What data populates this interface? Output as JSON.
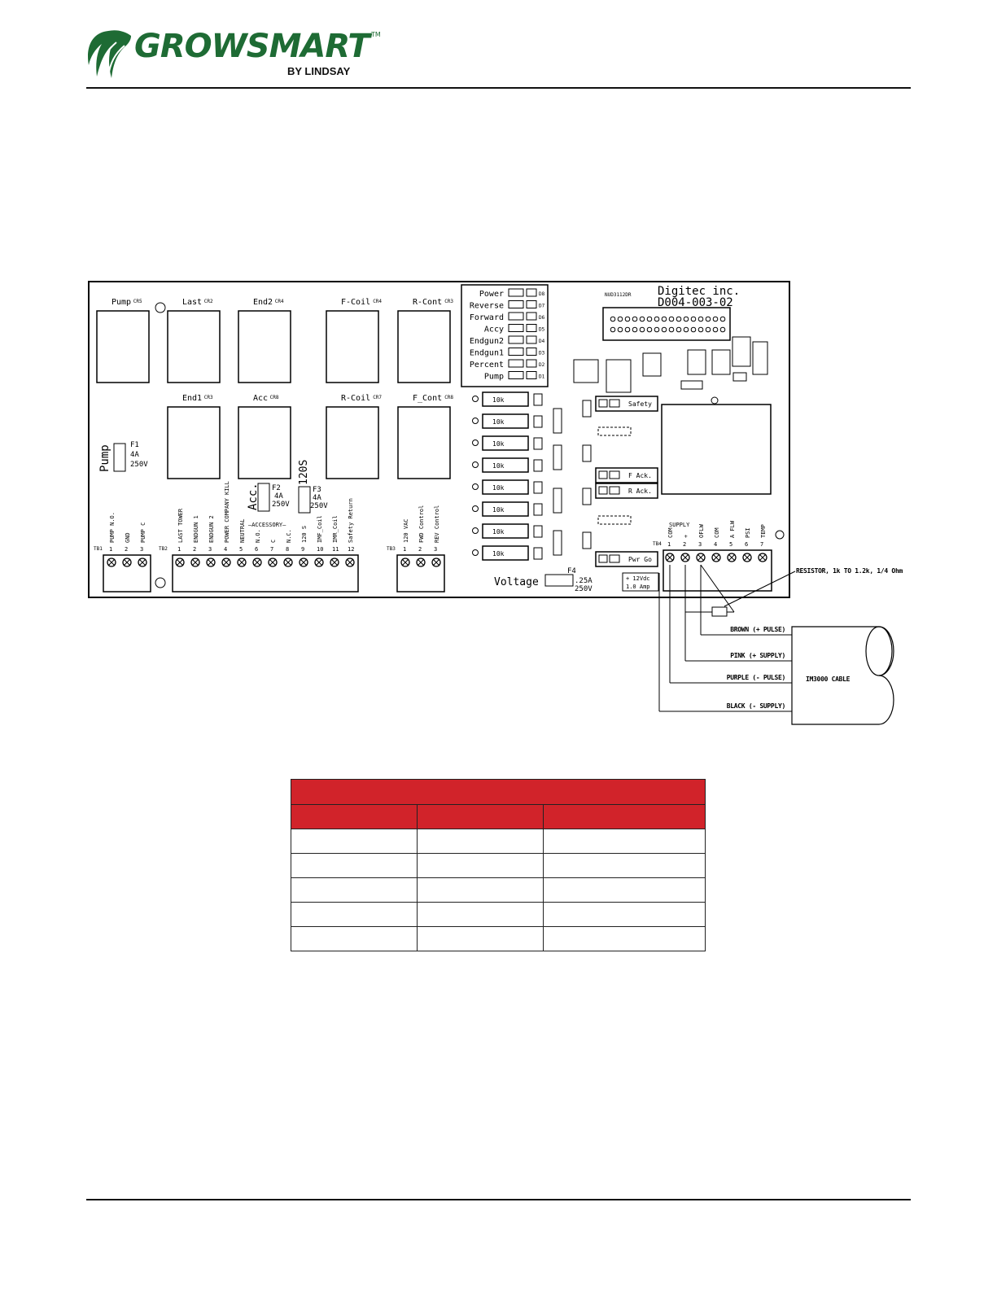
{
  "header": {
    "brand": "GROWSMART",
    "trademark": "TM",
    "sub": "BY LINDSAY",
    "brand_color": "#1e6b34"
  },
  "board": {
    "maker": "Digitec inc.",
    "part": "D004-003-02",
    "ic_label": "NUD3112DR",
    "relays": [
      {
        "label": "Pump",
        "ref": "CR5"
      },
      {
        "label": "Last",
        "ref": "CR2"
      },
      {
        "label": "End2",
        "ref": "CR4"
      },
      {
        "label": "F-Coil",
        "ref": "CR4"
      },
      {
        "label": "R-Cont",
        "ref": "CR3"
      },
      {
        "label": "End1",
        "ref": "CR3"
      },
      {
        "label": "Acc",
        "ref": "CR8"
      },
      {
        "label": "R-Coil",
        "ref": "CR7"
      },
      {
        "label": "F_Cont",
        "ref": "CR8"
      }
    ],
    "leds": [
      "Power",
      "Reverse",
      "Forward",
      "Accy",
      "Endgun2",
      "Endgun1",
      "Percent",
      "Pump"
    ],
    "led_refs": [
      "D8",
      "D7",
      "D6",
      "D5",
      "D4",
      "D3",
      "D2",
      "D1"
    ],
    "resistor_label": "10k",
    "fuses": {
      "f1": {
        "name": "F1",
        "rating": "4A",
        "volts": "250V",
        "group": "Pump"
      },
      "f2": {
        "name": "F2",
        "rating": "4A",
        "volts": "250V",
        "group": "Acc."
      },
      "f3": {
        "name": "F3",
        "rating": "4A",
        "volts": "250V",
        "group": "120S"
      },
      "f4": {
        "name": "F4",
        "rating": ".25A",
        "volts": "250V",
        "group": "Voltage"
      }
    },
    "status_labels": [
      "Safety",
      "F Ack.",
      "R Ack.",
      "Pwr Go"
    ],
    "supply_note": [
      "+ 12Vdc",
      "1.0 Amp"
    ],
    "tb1": {
      "label": "TB1",
      "pins": [
        "1",
        "2",
        "3"
      ],
      "names": [
        "PUMP N.O.",
        "GND",
        "PUMP C"
      ]
    },
    "tb2": {
      "label": "TB2",
      "pins": [
        "1",
        "2",
        "3",
        "4",
        "5",
        "6",
        "7",
        "8",
        "9",
        "10",
        "11",
        "12"
      ],
      "names": [
        "LAST TOWER",
        "ENDGUN 1",
        "ENDGUN 2",
        "POWER COMPANY KILL",
        "NEUTRAL",
        "N.O.",
        "C",
        "N.C.",
        "120 S",
        "IMF_Coil",
        "IMR_Coil",
        "Safety Return"
      ],
      "accessory": "ACCESSORY"
    },
    "tb3": {
      "label": "TB3",
      "pins": [
        "1",
        "2",
        "3"
      ],
      "names": [
        "120 VAC",
        "FWD Control",
        "REV Control"
      ]
    },
    "tb4": {
      "label": "TB4",
      "pins": [
        "1",
        "2",
        "3",
        "4",
        "5",
        "6",
        "7"
      ],
      "names": [
        "COM",
        "+",
        "OFLW",
        "COM",
        "A FLW",
        "PSI",
        "TEMP"
      ],
      "group": "SUPPLY"
    }
  },
  "wiring": {
    "resistor": "RESISTOR, 1k TO 1.2k, 1/4 Ohm",
    "wires": [
      "BROWN (+ PULSE)",
      "PINK (+ SUPPLY)",
      "PURPLE (- PULSE)",
      "BLACK (- SUPPLY)"
    ],
    "cable": "IM3000 CABLE"
  },
  "table": {
    "header_color": "#d1232a",
    "columns": 3,
    "body_rows": 5
  }
}
